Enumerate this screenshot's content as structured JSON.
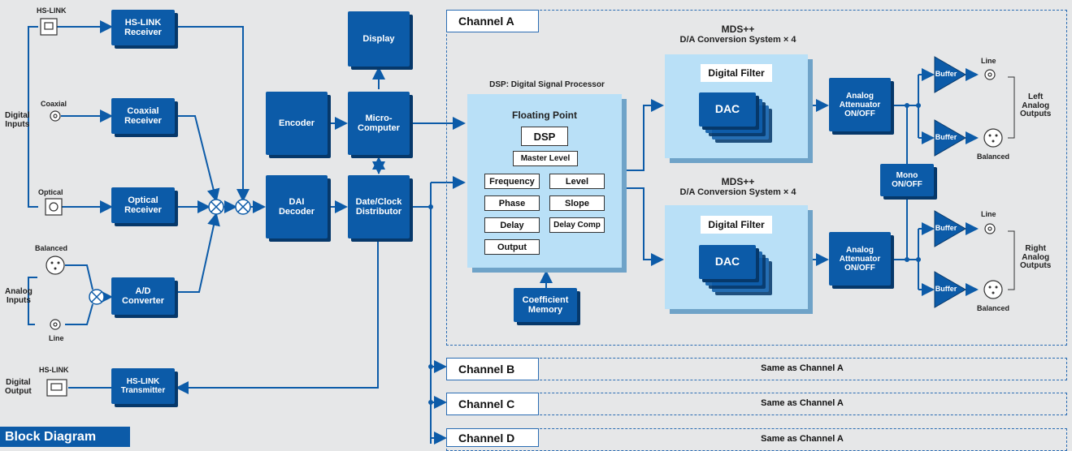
{
  "diagram": {
    "title": "Block Diagram",
    "inputs": {
      "hslink_in": "HS-LINK",
      "digital_inputs": "Digital\nInputs",
      "coaxial": "Coaxial",
      "optical": "Optical",
      "balanced": "Balanced",
      "analog_inputs": "Analog\nInputs",
      "line": "Line",
      "hslink_out": "HS-LINK",
      "digital_output": "Digital\nOutput"
    },
    "blocks": {
      "hslink_receiver": "HS-LINK\nReceiver",
      "coaxial_receiver": "Coaxial\nReceiver",
      "optical_receiver": "Optical\nReceiver",
      "ad_converter": "A/D\nConverter",
      "hslink_transmitter": "HS-LINK\nTransmitter",
      "display": "Display",
      "encoder": "Encoder",
      "microcomputer": "Micro-\nComputer",
      "dai_decoder": "DAI\nDecoder",
      "date_clock": "Date/Clock\nDistributor",
      "coefficient_memory": "Coefficient\nMemory",
      "analog_attenuator_1": "Analog\nAttenuator\nON/OFF",
      "analog_attenuator_2": "Analog\nAttenuator\nON/OFF",
      "mono": "Mono\nON/OFF",
      "buffer": "Buffer"
    },
    "dsp": {
      "header": "DSP: Digital Signal Processor",
      "floating": "Floating Point",
      "dsp": "DSP",
      "master": "Master Level",
      "frequency": "Frequency",
      "level": "Level",
      "phase": "Phase",
      "slope": "Slope",
      "delay": "Delay",
      "delay_comp": "Delay Comp",
      "output": "Output"
    },
    "mds": {
      "title1": "MDS++",
      "title2": "D/A Conversion System × 4",
      "digital_filter": "Digital Filter",
      "dac": "DAC"
    },
    "outputs": {
      "line": "Line",
      "balanced": "Balanced",
      "left": "Left\nAnalog\nOutputs",
      "right": "Right\nAnalog\nOutputs"
    },
    "channels": {
      "a": "Channel A",
      "b": "Channel B",
      "c": "Channel C",
      "d": "Channel D",
      "same": "Same as Channel A"
    }
  }
}
